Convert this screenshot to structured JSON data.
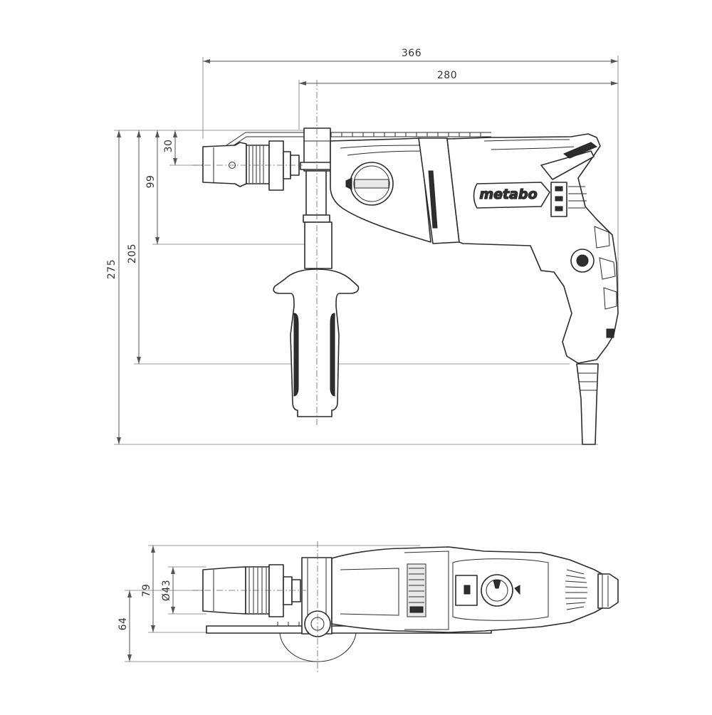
{
  "dimensions": {
    "side_view": {
      "overall_length": "366",
      "length_from_handle_axis": "280",
      "chuck_axis_offset": "30",
      "axis_to_handle_collar": "99",
      "axis_to_grip_bottom": "205",
      "overall_height": "275"
    },
    "top_view": {
      "width": "79",
      "chuck_diameter": "Ø43",
      "axis_to_depth_stop": "64"
    }
  },
  "logo": {
    "text": "metabo"
  },
  "colors": {
    "line": "#2b2b2b",
    "dimension": "#555555",
    "background": "#ffffff"
  }
}
